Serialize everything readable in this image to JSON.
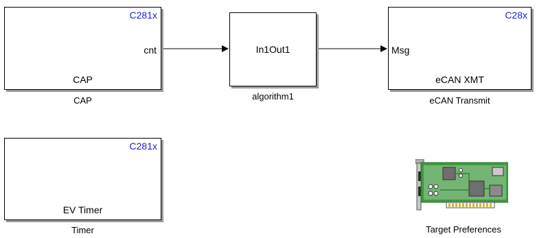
{
  "blocks": {
    "cap": {
      "processor_tag": "C281x",
      "port_out": "cnt",
      "inner_label": "CAP",
      "caption": "CAP"
    },
    "algorithm": {
      "inner_label": "In1Out1",
      "caption": "algorithm1"
    },
    "ecan": {
      "processor_tag": "C28x",
      "port_in": "Msg",
      "inner_label": "eCAN XMT",
      "caption": "eCAN Transmit"
    },
    "timer": {
      "processor_tag": "C281x",
      "inner_label": "EV Timer",
      "caption": "Timer"
    },
    "target_preferences": {
      "icon": "pci-board-icon",
      "caption": "Target Preferences"
    }
  },
  "colors": {
    "processor_tag": "#1a1ae0",
    "block_border": "#000000",
    "block_shadow": "#9a9a9a",
    "board_green": "#3f9a3f",
    "chip_gray": "#6e6e6e"
  }
}
